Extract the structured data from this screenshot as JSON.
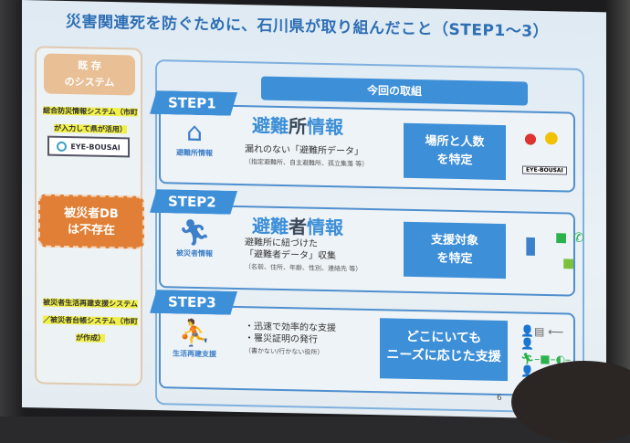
{
  "title": "災害関連死を防ぐために、石川県が取り組んだこと（STEP1～3）",
  "left": {
    "header_line1": "既 存",
    "header_line2": "のシステム",
    "note1": "総合防災情報システム（市町が入力して県が活用）",
    "eye_bousai": "EYE-BOUSAI",
    "no_db_line1": "被災者DB",
    "no_db_line2": "は不存在",
    "note3": "被災者生活再建支援システム／被災者台帳システム（市町が作成）"
  },
  "current_header": "今回の取組",
  "steps": [
    {
      "tag": "STEP1",
      "icon_label": "避難所情報",
      "head_a": "避難",
      "head_b": "所",
      "head_c": "情報",
      "desc1": "漏れのない「避難所データ」",
      "desc_small": "（指定避難所、自主避難所、孤立集落 等）",
      "box1": "場所と人数",
      "box2": "を特定",
      "logo": "EYE-BOUSAI"
    },
    {
      "tag": "STEP2",
      "icon_label": "被災者情報",
      "head_a": "避難",
      "head_b": "者",
      "head_c": "情報",
      "desc1": "避難所に紐づけた",
      "desc2": "「避難者データ」収集",
      "desc_small": "（名前、住所、年齢、性別、連絡先 等）",
      "box1": "支援対象",
      "box2": "を特定"
    },
    {
      "tag": "STEP3",
      "icon_label": "生活再建支援",
      "desc1": "・迅速で効率的な支援",
      "desc2": "・罹災証明の発行",
      "desc_small": "（書かない/行かない役所）",
      "box1": "どこにいても",
      "box2": "ニーズに応じた支援"
    }
  ],
  "page_number": "6"
}
